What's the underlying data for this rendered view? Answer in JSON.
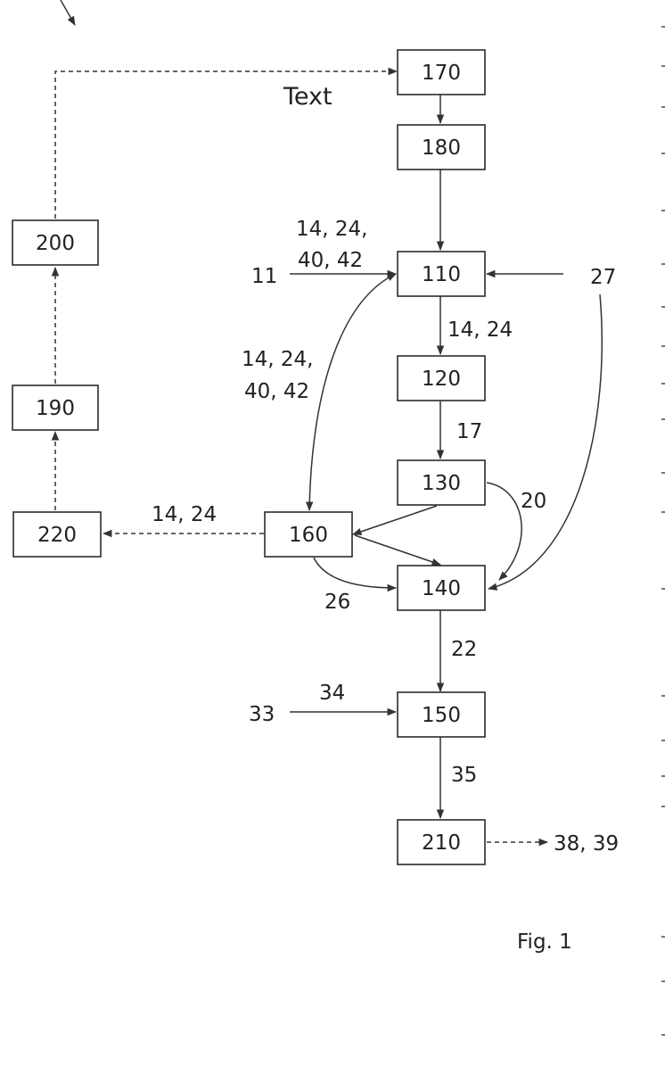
{
  "boxes": {
    "b170": "170",
    "b180": "180",
    "b110": "110",
    "b120": "120",
    "b130": "130",
    "b140": "140",
    "b150": "150",
    "b210": "210",
    "b160": "160",
    "b200": "200",
    "b190": "190",
    "b220": "220"
  },
  "labels": {
    "text_heading": "Text",
    "l14_24_top_line1": "14, 24,",
    "l14_24_top_line2": "40, 42",
    "l11": "11",
    "l27": "27",
    "l14_24_mid": "14, 24",
    "l14_24_left_line1": "14, 24,",
    "l14_24_left_line2": "40, 42",
    "l17": "17",
    "l20": "20",
    "l14_24_dash": "14, 24",
    "l26": "26",
    "l22": "22",
    "l33": "33",
    "l34": "34",
    "l35": "35",
    "l38_39": "38, 39",
    "fig_caption": "Fig. 1"
  }
}
